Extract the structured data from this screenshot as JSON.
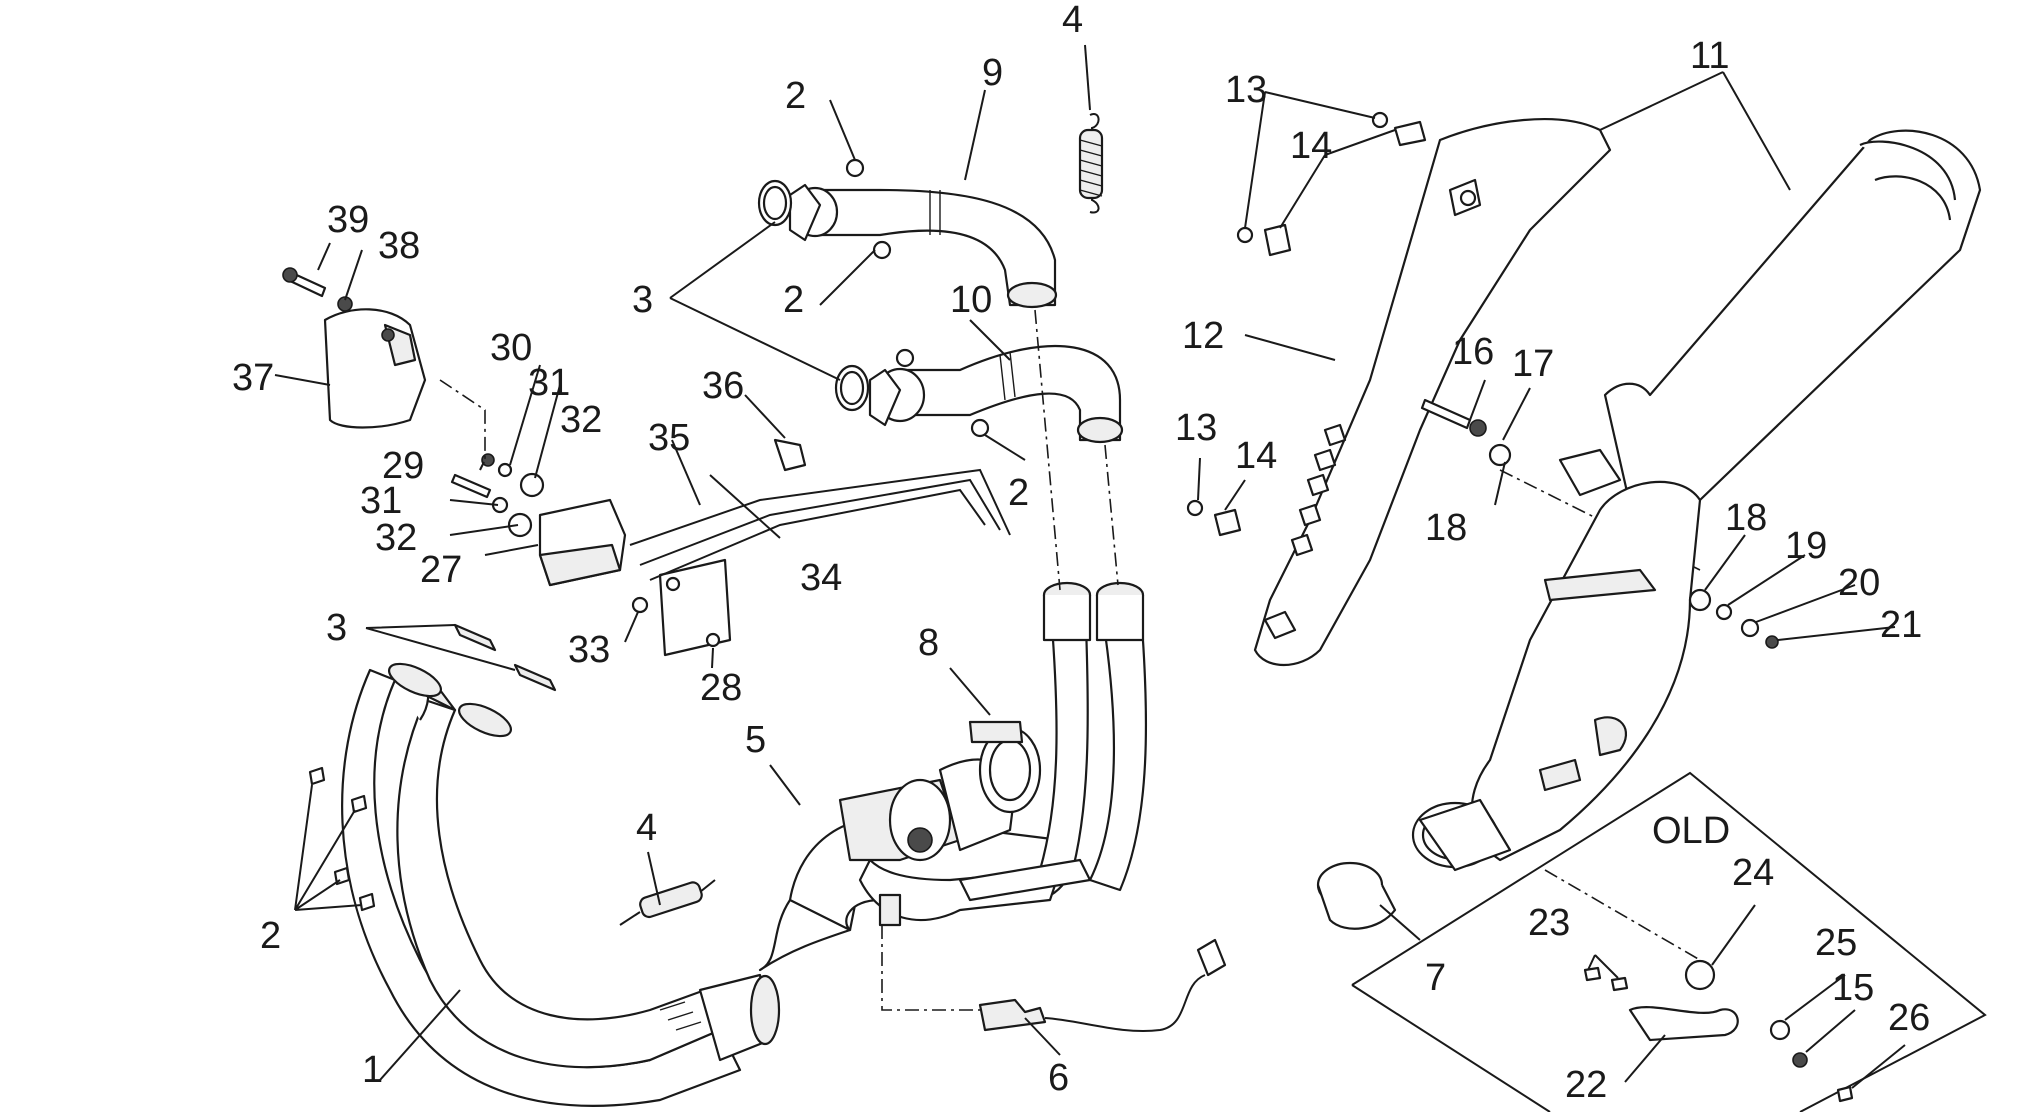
{
  "diagram": {
    "callouts": {
      "c1": "1",
      "c2a": "2",
      "c2b": "2",
      "c2c": "2",
      "c2d": "2",
      "c3a": "3",
      "c3b": "3",
      "c4a": "4",
      "c4b": "4",
      "c5": "5",
      "c6": "6",
      "c7": "7",
      "c8": "8",
      "c9": "9",
      "c10": "10",
      "c11": "11",
      "c12": "12",
      "c13a": "13",
      "c13b": "13",
      "c14a": "14",
      "c14b": "14",
      "c15": "15",
      "c16": "16",
      "c17": "17",
      "c18a": "18",
      "c18b": "18",
      "c19": "19",
      "c20": "20",
      "c21": "21",
      "c22": "22",
      "c23": "23",
      "c24": "24",
      "c25": "25",
      "c26": "26",
      "c27": "27",
      "c28": "28",
      "c29": "29",
      "c30": "30",
      "c31a": "31",
      "c31b": "31",
      "c32a": "32",
      "c32b": "32",
      "c33": "33",
      "c34": "34",
      "c35": "35",
      "c36": "36",
      "c37": "37",
      "c38": "38",
      "c39": "39"
    },
    "inset_label": "OLD"
  }
}
